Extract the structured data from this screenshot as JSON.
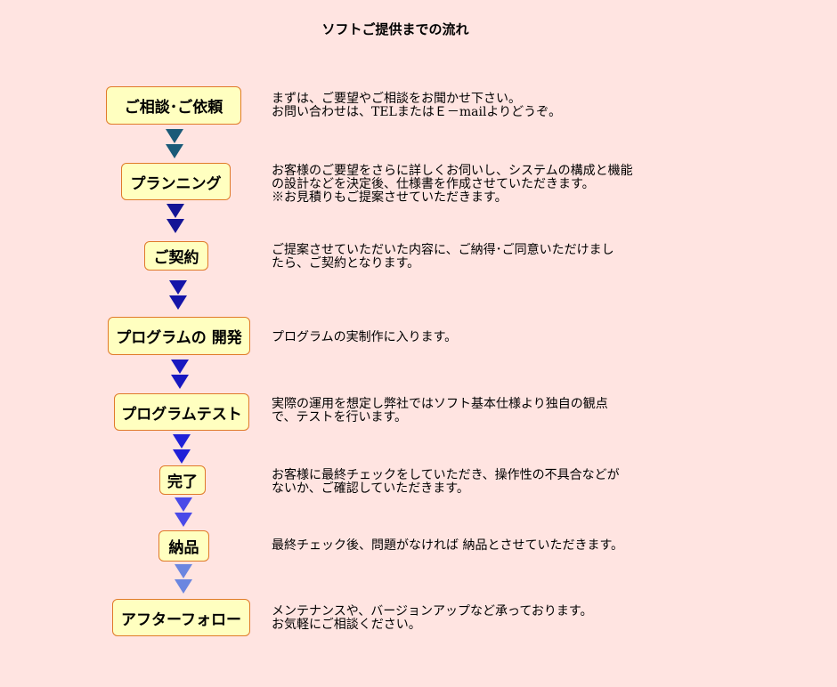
{
  "page": {
    "title": "ソフトご提供までの流れ"
  },
  "steps": [
    {
      "label": "ご相談･ご依頼",
      "lines": [
        "まずは、ご要望やご相談をお聞かせ下さい。",
        "お問い合わせは、TELまたはＥ－mailよりどうぞ。"
      ]
    },
    {
      "label": "プランニング",
      "lines": [
        "お客様のご要望をさらに詳しくお伺いし、システムの構成と機能",
        "の設計などを決定後、仕様書を作成させていただきます。",
        "※お見積りもご提案させていただきます。"
      ]
    },
    {
      "label": "ご契約",
      "lines": [
        "ご提案させていただいた内容に、ご納得･ご同意いただけまし",
        "たら、ご契約となります。"
      ]
    },
    {
      "label": "プログラムの 開発",
      "lines": [
        "プログラムの実制作に入ります。"
      ]
    },
    {
      "label": "プログラムテスト",
      "lines": [
        "実際の運用を想定し弊社ではソフト基本仕様より独自の観点",
        "で、テストを行います。"
      ]
    },
    {
      "label": "完了",
      "lines": [
        "お客様に最終チェックをしていただき、操作性の不具合などが",
        "ないか、ご確認していただきます。"
      ]
    },
    {
      "label": "納品",
      "lines": [
        "最終チェック後、問題がなければ 納品とさせていただきます。"
      ]
    },
    {
      "label": "アフターフォロー",
      "lines": [
        "メンテナンスや、バージョンアップなど承っております。",
        "お気軽にご相談ください。"
      ]
    }
  ],
  "arrows": [
    {
      "name": "arrow-1",
      "color": "#1a5a78"
    },
    {
      "name": "arrow-2",
      "color": "#141496"
    },
    {
      "name": "arrow-3",
      "color": "#1414a8"
    },
    {
      "name": "arrow-4",
      "color": "#1818c0"
    },
    {
      "name": "arrow-5",
      "color": "#2020d8"
    },
    {
      "name": "arrow-6",
      "color": "#4a4ae8"
    },
    {
      "name": "arrow-7",
      "color": "#6b86e0"
    }
  ]
}
